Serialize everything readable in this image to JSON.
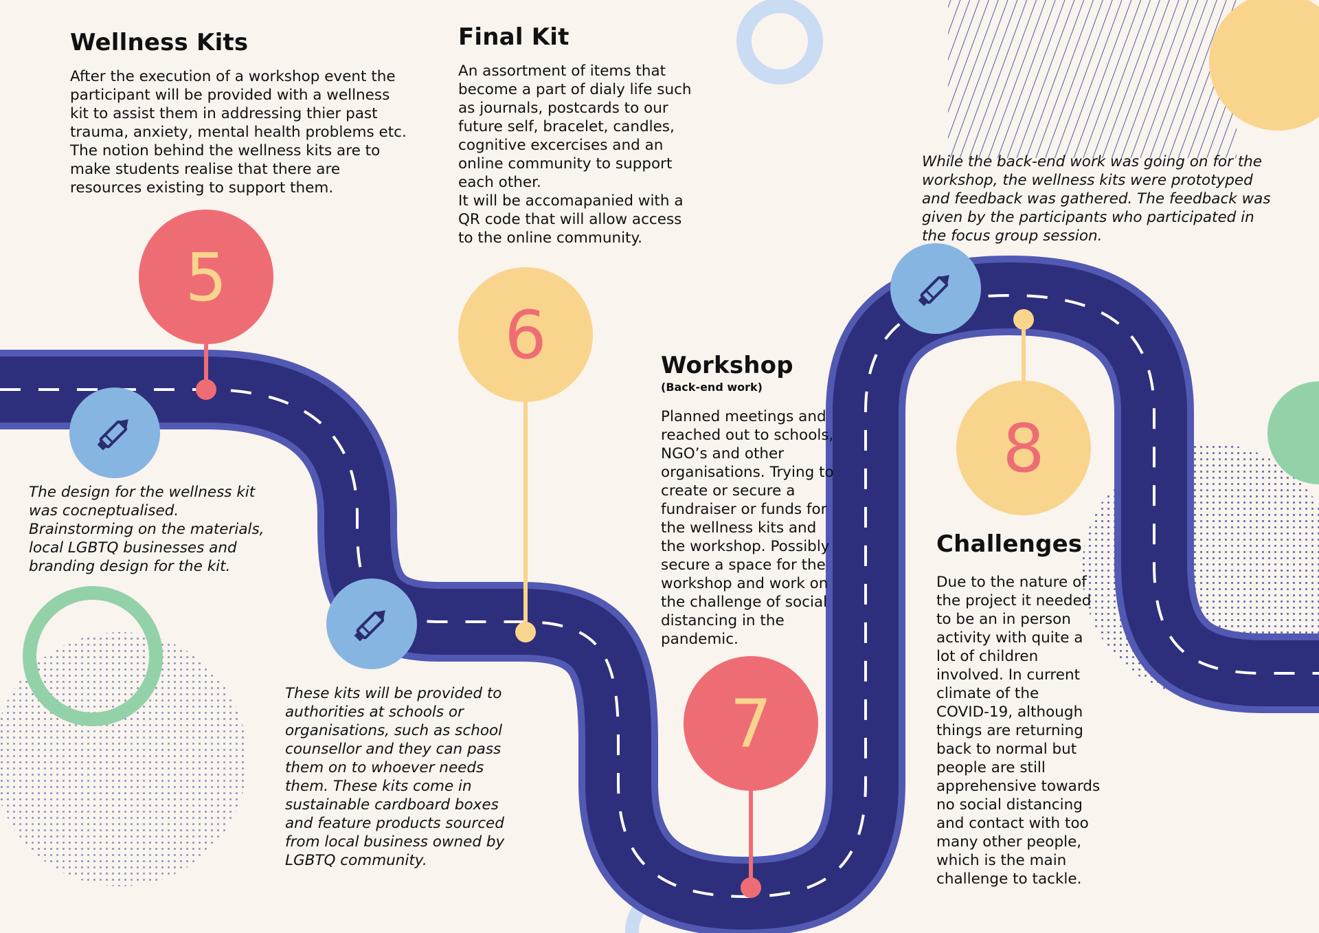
{
  "colors": {
    "background": "#faf4ee",
    "road": "#2e2f7c",
    "road_edge": "#5259b3",
    "road_dash": "#ffffff",
    "pink": "#ee6d74",
    "yellow": "#f9d48d",
    "blue_badge": "#86b5e2",
    "pen_icon": "#2b2d6e",
    "green": "#93d2a9",
    "light_blue": "#c9dcf3"
  },
  "stages": [
    {
      "number": "5",
      "title": "Wellness Kits",
      "body": "After the execution of a workshop event the\nparticipant will be provided with a wellness\nkit to assist them in addressing thier past\ntrauma, anxiety, mental health problems etc.\nThe notion behind the wellness kits are to\nmake students realise that there are\nresources existing to support them."
    },
    {
      "number": "6",
      "title": "Final Kit",
      "body": "An assortment of items that\nbecome a part of dialy life such\nas journals, postcards to our\nfuture self, bracelet, candles,\ncognitive excercises and an\nonline community to support\neach other.\nIt will be accomapanied with a\nQR code that will allow access\nto the online community."
    },
    {
      "number": "7",
      "title": "Workshop",
      "subtitle": "(Back-end work)",
      "body": "Planned meetings and\nreached out to schools,\nNGO’s and other\norganisations. Trying to\ncreate or secure a\nfundraiser or funds for\nthe wellness kits and\nthe workshop. Possibly\nsecure a space for the\nworkshop and work on\nthe challenge of social\ndistancing in the\npandemic."
    },
    {
      "number": "8",
      "title": "Challenges",
      "body": "Due to the nature of\nthe project it needed\nto be an in person\nactivity with quite a\nlot of children\ninvolved. In current\nclimate of the\nCOVID-19, although\nthings are returning\nback to normal but\npeople are still\napprehensive towards\nno social distancing\nand contact with too\nmany other people,\nwhich is the main\nchallenge to tackle."
    }
  ],
  "notes": [
    {
      "icon": "pen-icon",
      "text": "The design for the wellness kit\nwas cocneptualised.\nBrainstorming on the materials,\nlocal LGBTQ businesses and\nbranding design for the kit."
    },
    {
      "icon": "pen-icon",
      "text": "These kits will be provided to\nauthorities at schools or\norganisations, such as school\ncounsellor and they can pass\nthem on to whoever needs\nthem. These kits come in\nsustainable cardboard boxes\nand feature products sourced\nfrom local business owned by\nLGBTQ community."
    },
    {
      "icon": "pen-icon",
      "text": "While the back-end work was going on for the\nworkshop, the wellness kits were prototyped\nand feedback was gathered. The feedback was\ngiven by the participants who participated in\nthe focus group session."
    }
  ]
}
